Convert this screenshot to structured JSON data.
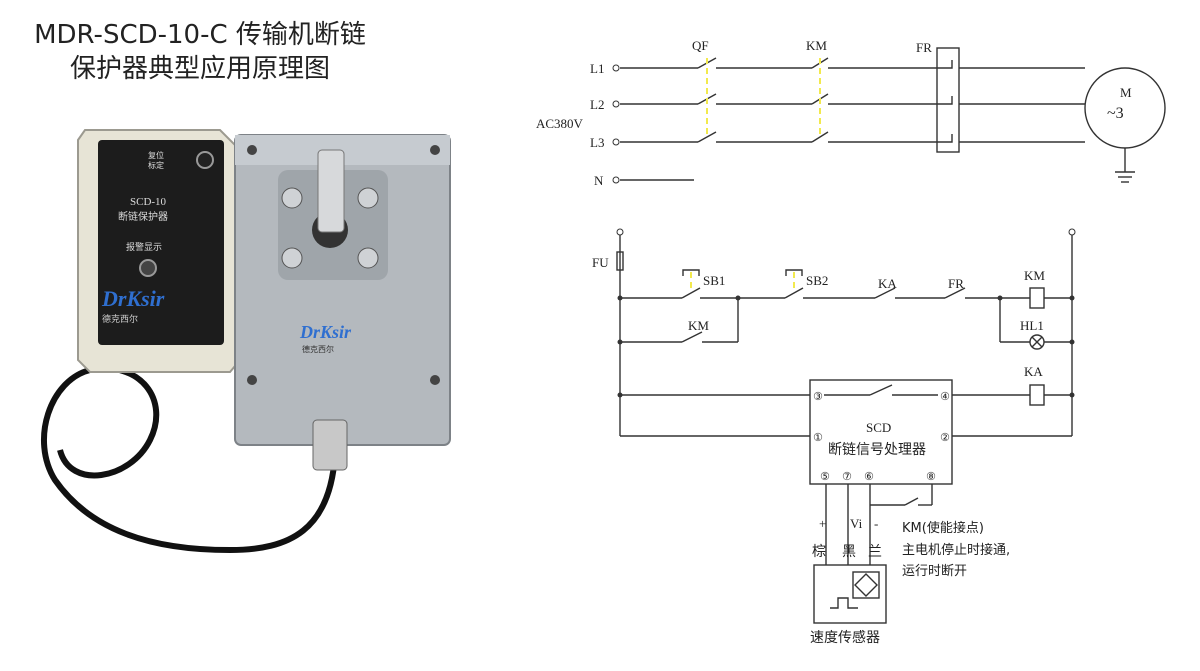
{
  "title": {
    "line1": "MDR-SCD-10-C 传输机断链",
    "line2": "保护器典型应用原理图"
  },
  "device": {
    "reset_label_1": "复位",
    "reset_label_2": "标定",
    "model": "SCD-10",
    "model_name": "断链保护器",
    "alarm_label": "报警显示",
    "brand": "DrKsir",
    "brand_sub": "德克西尔"
  },
  "power_circuit": {
    "lines": [
      "L1",
      "L2",
      "L3",
      "N"
    ],
    "supply": "AC380V",
    "breaker": "QF",
    "contactor": "KM",
    "relay": "FR",
    "motor_1": "M",
    "motor_2": "~3"
  },
  "control_circuit": {
    "fuse": "FU",
    "sb1": "SB1",
    "sb2": "SB2",
    "ka": "KA",
    "fr": "FR",
    "km_coil": "KM",
    "km_contact": "KM",
    "lamp": "HL1",
    "ka_coil": "KA",
    "processor_1": "SCD",
    "processor_2": "断链信号处理器",
    "terminals": [
      "③",
      "④",
      "①",
      "②",
      "⑤",
      "⑦",
      "⑥",
      "⑧"
    ],
    "plus": "+",
    "vi": "Vi",
    "minus": "-",
    "wire_brown": "棕",
    "wire_black": "黑",
    "wire_blue": "兰",
    "km_note_1": "KM(使能接点)",
    "km_note_2": "主电机停止时接通,",
    "km_note_3": "运行时断开",
    "sensor": "速度传感器"
  },
  "colors": {
    "line": "#333333",
    "link": "#f2e94e",
    "device_body": "#a9aeb3"
  }
}
